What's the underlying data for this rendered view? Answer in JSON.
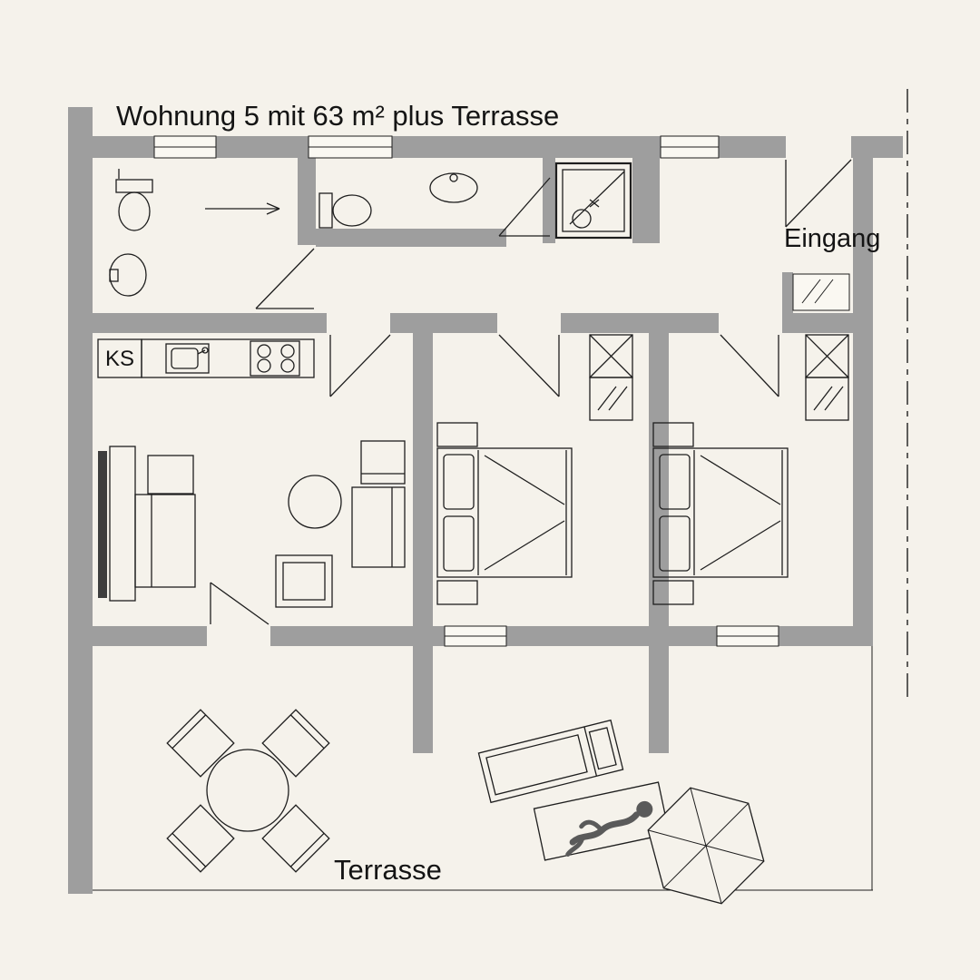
{
  "title": "Wohnung 5 mit 63 m² plus Terrasse",
  "labels": {
    "entrance": "Eingang",
    "fridge": "KS",
    "terrace": "Terrasse"
  },
  "colors": {
    "background": "#f5f2eb",
    "wall": "#9e9e9e",
    "line": "#1e1e1e"
  }
}
